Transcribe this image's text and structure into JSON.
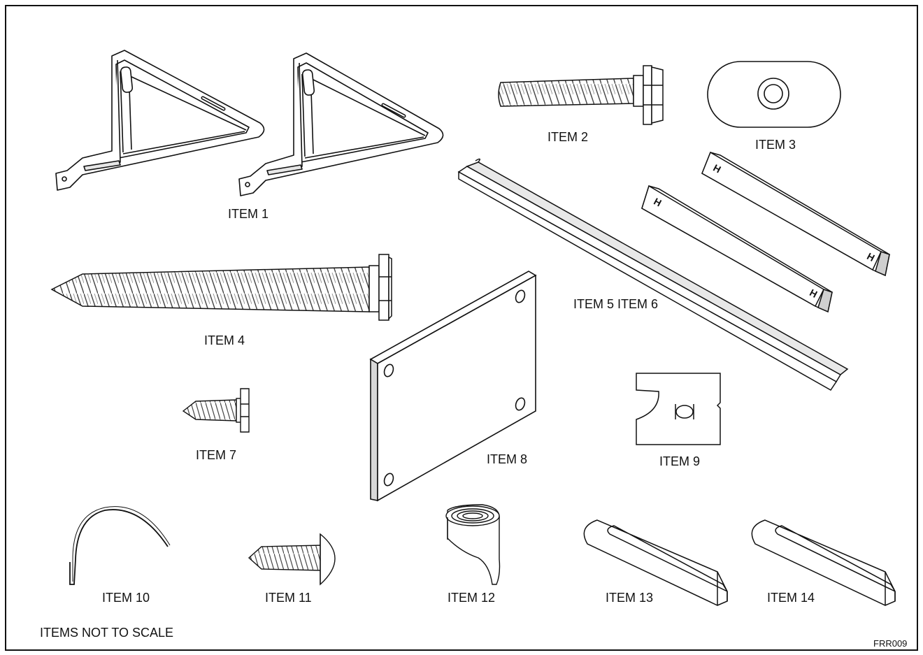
{
  "labels": {
    "item1": "ITEM 1",
    "item2": "ITEM 2",
    "item3": "ITEM 3",
    "item4": "ITEM 4",
    "item56": "ITEM 5 ITEM 6",
    "item7": "ITEM 7",
    "item8": "ITEM 8",
    "item9": "ITEM 9",
    "item10": "ITEM 10",
    "item11": "ITEM 11",
    "item12": "ITEM 12",
    "item13": "ITEM 13",
    "item14": "ITEM 14"
  },
  "note": "ITEMS NOT TO SCALE",
  "drawing_code": "FRR009",
  "rail_marks": [
    "H",
    "H",
    "H",
    "H"
  ],
  "colors": {
    "line": "#111111",
    "fill": "#ffffff",
    "shade": "#cfcfcf"
  }
}
